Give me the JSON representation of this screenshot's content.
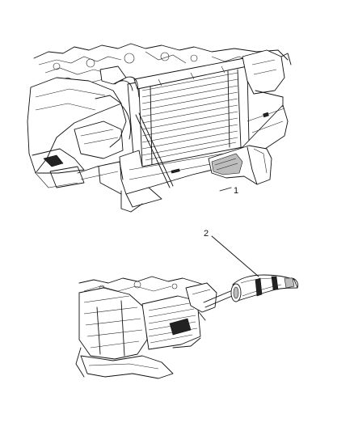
{
  "diagram": {
    "callouts": [
      {
        "id": "1",
        "label": "1"
      },
      {
        "id": "2",
        "label": "2"
      }
    ],
    "colors": {
      "line": "#111111",
      "background": "#ffffff",
      "shade": "#bdbdbd"
    }
  }
}
